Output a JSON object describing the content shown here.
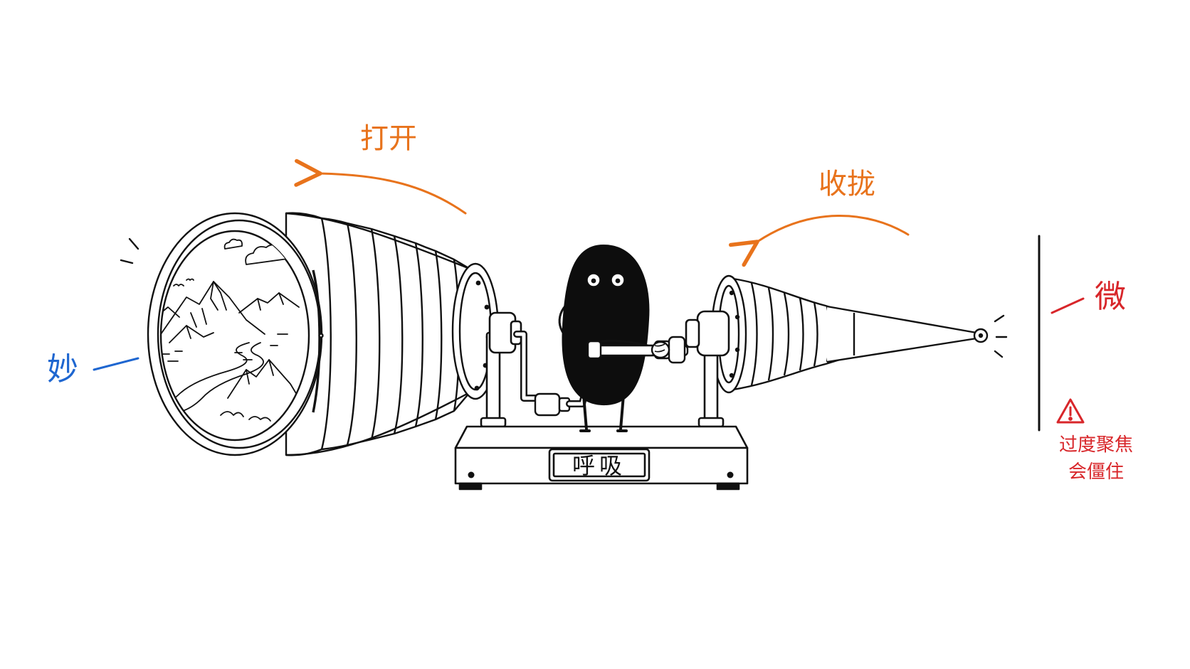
{
  "labels": {
    "open": "打开",
    "gather": "收拢",
    "wonder": "妙",
    "subtle": "微",
    "plaque": "呼吸",
    "warning_line1": "过度聚焦",
    "warning_line2": "会僵住"
  },
  "colors": {
    "ink": "#111111",
    "open_arrow": "#e8731c",
    "gather_arrow": "#e8731c",
    "wonder": "#1e66d0",
    "subtle": "#d8262a",
    "warning": "#d8262a",
    "creature": "#0d0d0d"
  },
  "icons": {
    "warning": "warning-triangle-icon"
  }
}
